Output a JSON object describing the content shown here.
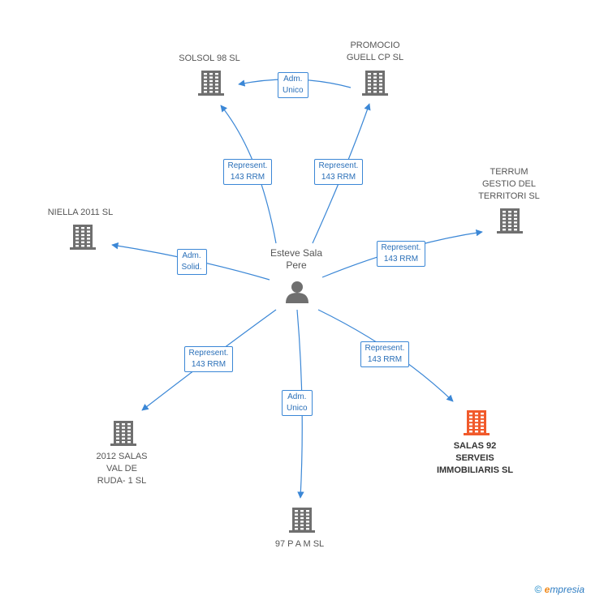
{
  "colors": {
    "edge": "#3b87d6",
    "building": "#6f6f6f",
    "focus_building": "#f15a2b",
    "person": "#6f6f6f"
  },
  "center": {
    "label": "Esteve Sala\nPere",
    "icon": "person-icon"
  },
  "nodes": [
    {
      "id": "solsol",
      "label": "SOLSOL 98 SL",
      "icon": "building-icon"
    },
    {
      "id": "promocio",
      "label": "PROMOCIO\nGUELL CP SL",
      "icon": "building-icon"
    },
    {
      "id": "terrum",
      "label": "TERRUM\nGESTIO DEL\nTERRITORI SL",
      "icon": "building-icon"
    },
    {
      "id": "niella",
      "label": "NIELLA 2011 SL",
      "icon": "building-icon"
    },
    {
      "id": "salas92",
      "label": "SALAS 92\nSERVEIS\nIMMOBILIARIS SL",
      "icon": "building-icon",
      "highlight": true
    },
    {
      "id": "pam",
      "label": "97 P A M SL",
      "icon": "building-icon"
    },
    {
      "id": "salasval",
      "label": "2012 SALAS\nVAL DE\nRUDA- 1 SL",
      "icon": "building-icon"
    }
  ],
  "edges": [
    {
      "from": "promocio",
      "to": "solsol",
      "label": "Adm.\nUnico"
    },
    {
      "from": "center",
      "to": "solsol",
      "label": "Represent.\n143 RRM"
    },
    {
      "from": "center",
      "to": "promocio",
      "label": "Represent.\n143 RRM"
    },
    {
      "from": "center",
      "to": "terrum",
      "label": "Represent.\n143 RRM"
    },
    {
      "from": "center",
      "to": "niella",
      "label": "Adm.\nSolid."
    },
    {
      "from": "center",
      "to": "salas92",
      "label": "Represent.\n143 RRM"
    },
    {
      "from": "center",
      "to": "pam",
      "label": "Adm.\nUnico"
    },
    {
      "from": "center",
      "to": "salasval",
      "label": "Represent.\n143 RRM"
    }
  ],
  "footer": {
    "copyright": "©",
    "brand_initial": "e",
    "brand_rest": "mpresia"
  }
}
